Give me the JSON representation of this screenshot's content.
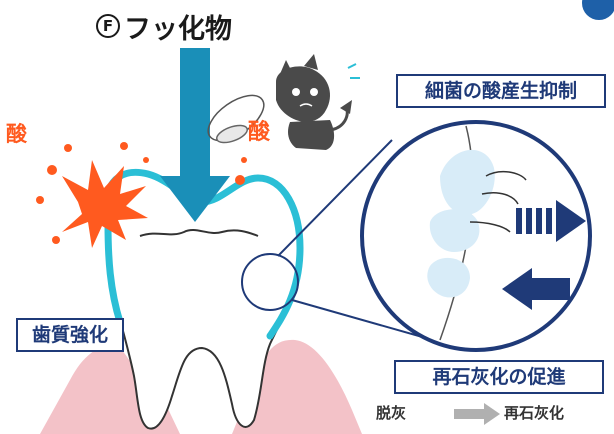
{
  "title": {
    "mark": "F",
    "text": "フッ化物"
  },
  "labels": {
    "acid_left": "酸",
    "acid_bacteria": "酸",
    "bacteria_inhibition": "細菌の酸産生抑制",
    "enamel_strengthening": "歯質強化",
    "remineralization_promotion": "再石灰化の促進"
  },
  "legend": {
    "from": "脱灰",
    "to": "再石灰化"
  },
  "colors": {
    "navy": "#1f3a78",
    "arrow_teal": "#1a8fb8",
    "acid_orange": "#ff5a1f",
    "gum_pink": "#f3c2c8",
    "enamel_cyan": "#2bbfd6",
    "crystal_blue": "#d8ecf8",
    "bacteria_gray": "#4a4a4a"
  },
  "icons": [
    "down-arrow-icon",
    "splash-icon",
    "bacteria-icon",
    "magnifier-circle-icon",
    "right-arrow-icon",
    "left-arrow-icon"
  ]
}
